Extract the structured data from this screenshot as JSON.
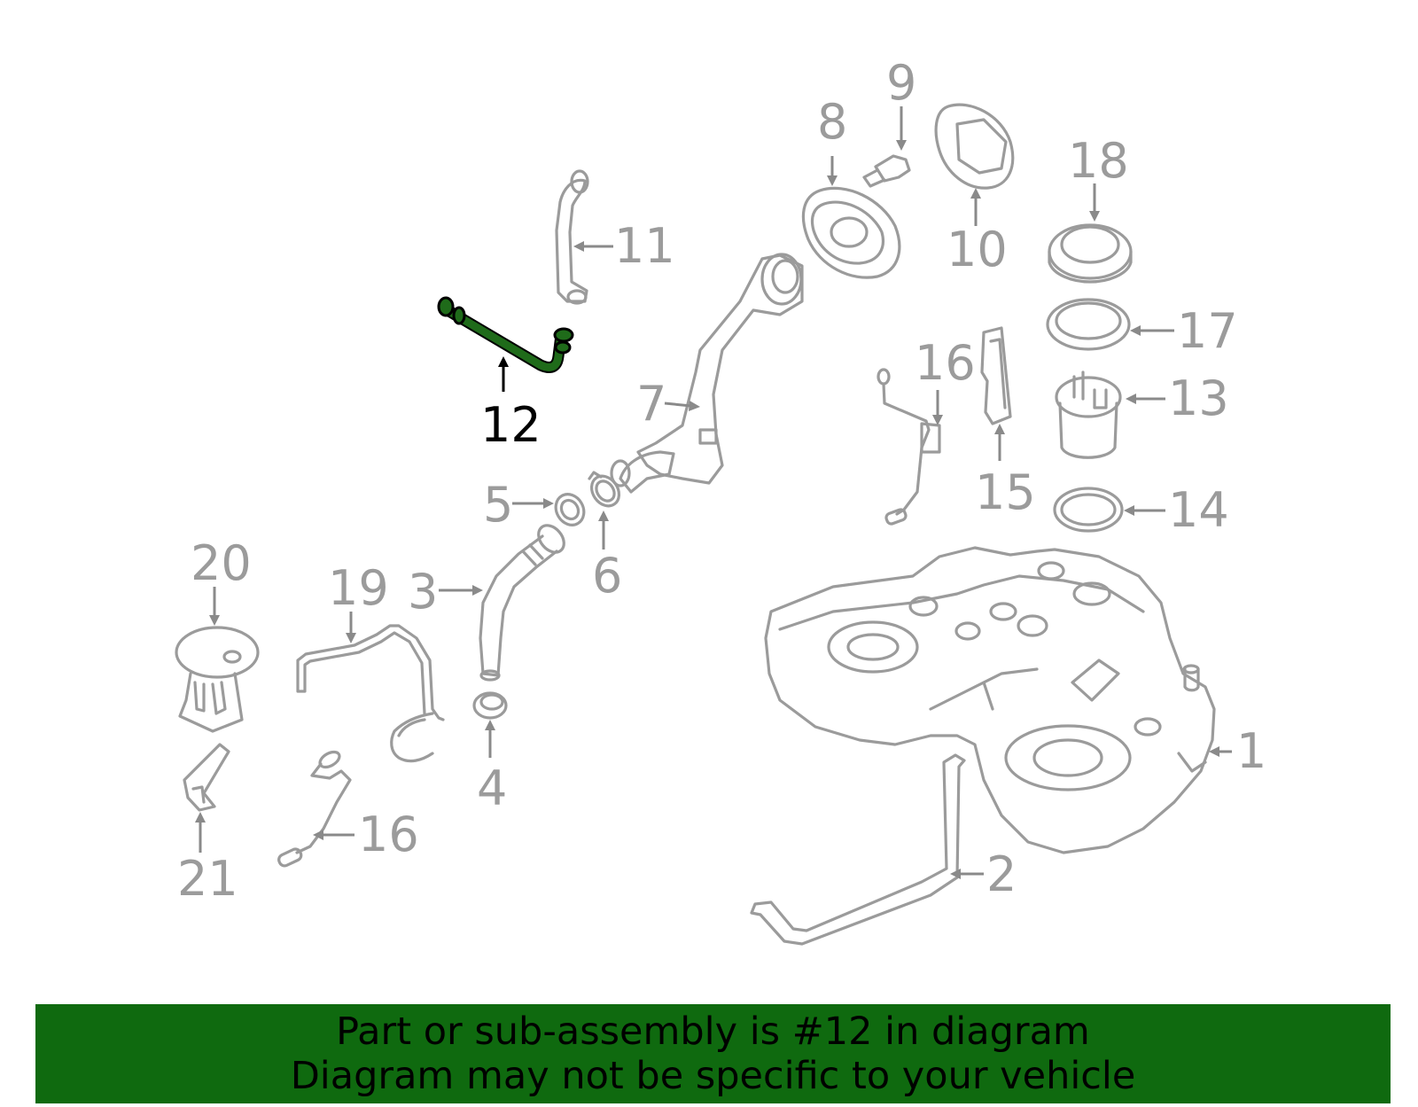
{
  "diagram": {
    "highlight_color": "#1f6b1a",
    "part_line_color": "#9b9b9b",
    "highlighted_part": "12",
    "callouts": {
      "c1": "1",
      "c2": "2",
      "c3": "3",
      "c4": "4",
      "c5": "5",
      "c6": "6",
      "c7": "7",
      "c8": "8",
      "c9": "9",
      "c10": "10",
      "c11": "11",
      "c12": "12",
      "c13": "13",
      "c14": "14",
      "c15": "15",
      "c16a": "16",
      "c16b": "16",
      "c17": "17",
      "c18": "18",
      "c19": "19",
      "c20": "20",
      "c21": "21"
    }
  },
  "banner": {
    "background": "#0f6a0f",
    "line1": "Part or sub-assembly is #12 in diagram",
    "line2": "Diagram may not be specific to your vehicle"
  }
}
